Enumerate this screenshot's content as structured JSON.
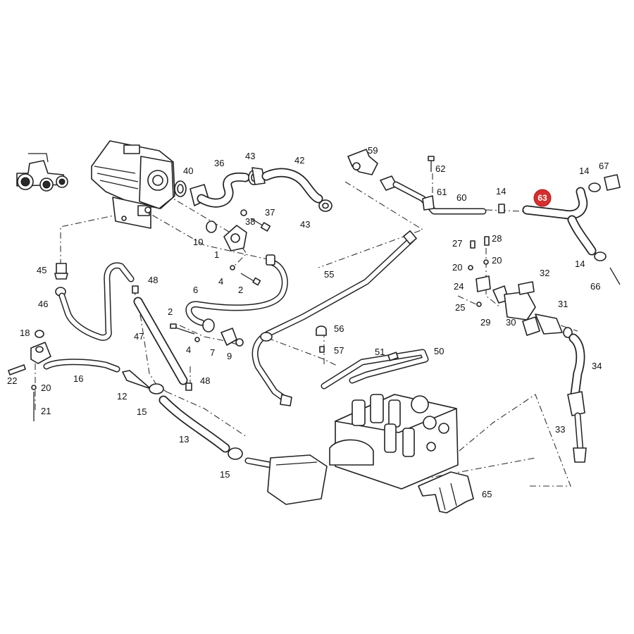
{
  "callouts": {
    "c1": "1",
    "c2a": "2",
    "c2b": "2",
    "c4a": "4",
    "c4b": "4",
    "c6": "6",
    "c7": "7",
    "c9": "9",
    "c10": "10",
    "c12": "12",
    "c13": "13",
    "c14a": "14",
    "c14b": "14",
    "c14c": "14",
    "c15a": "15",
    "c15b": "15",
    "c16": "16",
    "c18": "18",
    "c20a": "20",
    "c20b": "20",
    "c20c": "20",
    "c21": "21",
    "c22": "22",
    "c24": "24",
    "c25": "25",
    "c27": "27",
    "c28": "28",
    "c29": "29",
    "c30": "30",
    "c31": "31",
    "c32": "32",
    "c33": "33",
    "c34": "34",
    "c36": "36",
    "c37": "37",
    "c38": "38",
    "c40": "40",
    "c42": "42",
    "c43a": "43",
    "c43b": "43",
    "c45": "45",
    "c46": "46",
    "c47": "47",
    "c48a": "48",
    "c48b": "48",
    "c50": "50",
    "c51": "51",
    "c55": "55",
    "c56": "56",
    "c57": "57",
    "c59": "59",
    "c60": "60",
    "c61": "61",
    "c62": "62",
    "c65": "65",
    "c66": "66",
    "c67": "67"
  },
  "highlight": {
    "label": "63",
    "color": "#d32f2f"
  },
  "icons": {
    "vehicle": "tractor-icon"
  }
}
